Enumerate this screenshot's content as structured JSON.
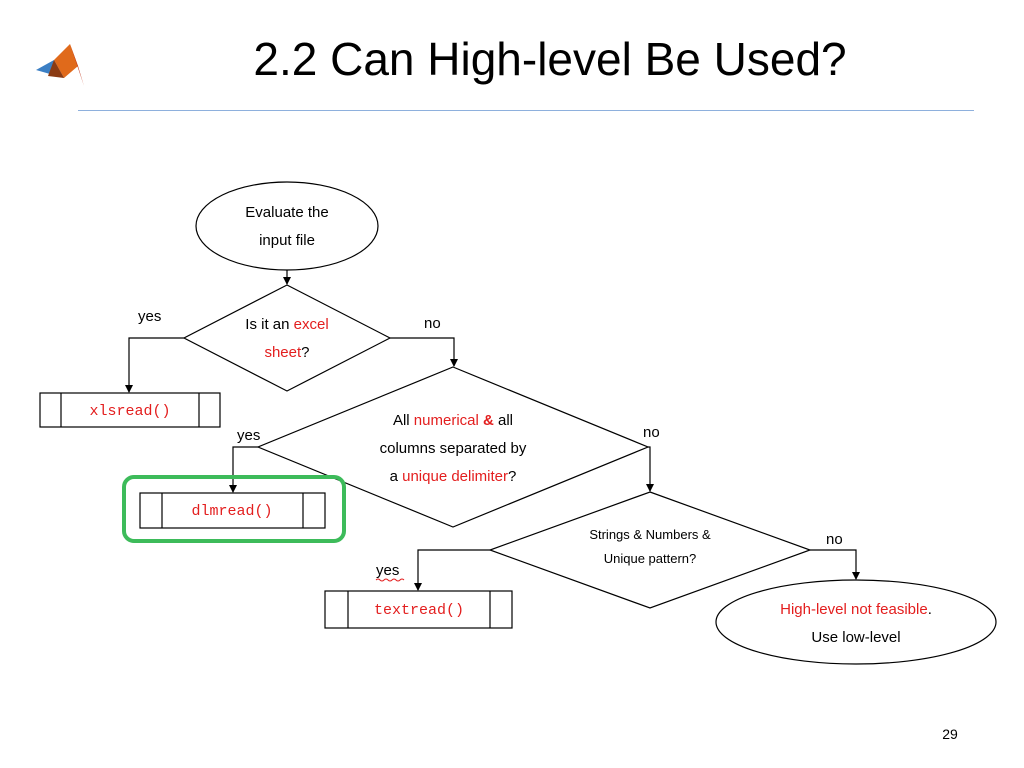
{
  "slide": {
    "title": "2.2 Can High-level Be Used?",
    "page_number": "29"
  },
  "colors": {
    "rule": "#8eb0dd",
    "highlight_box": "#3dbb5a",
    "emphasis_text": "#e31e1e"
  },
  "icons": {
    "logo": "matlab-membrane-logo"
  },
  "flowchart": {
    "start": {
      "line1": "Evaluate the",
      "line2": "input file"
    },
    "decision_excel": {
      "line1_prefix": "Is it an ",
      "line1_emph": "excel",
      "line2_emph": "sheet",
      "line2_suffix": "?"
    },
    "decision_numeric": {
      "line1_prefix": "All ",
      "line1_emph": "numerical",
      "line1_amp": "&",
      "line1_suffix": " all",
      "line2": "columns separated by",
      "line3_prefix": "a ",
      "line3_emph": "unique delimiter",
      "line3_suffix": "?"
    },
    "decision_pattern": {
      "line1": "Strings & Numbers &",
      "line2": "Unique pattern?"
    },
    "func_xlsread": "xlsread()",
    "func_dlmread": "dlmread()",
    "func_textread": "textread()",
    "end": {
      "line1_emph": "High-level not feasible",
      "line1_suffix": ".",
      "line2": "Use low-level"
    },
    "edge_labels": {
      "excel_yes": "yes",
      "excel_no": "no",
      "numeric_yes": "yes",
      "numeric_no": "no",
      "pattern_yes": "yes",
      "pattern_no": "no"
    }
  }
}
